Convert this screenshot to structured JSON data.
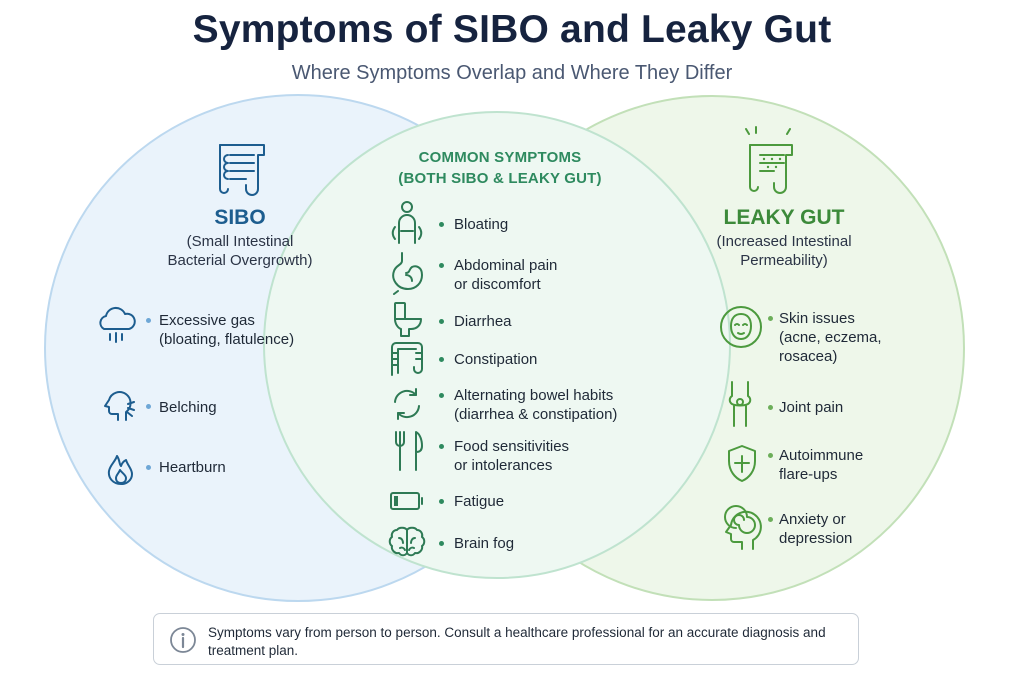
{
  "header": {
    "title": "Symptoms of SIBO and Leaky Gut",
    "subtitle": "Where Symptoms Overlap and Where They Differ"
  },
  "colors": {
    "sibo_accent": "#1d5d8f",
    "leaky_accent": "#3c8a3a",
    "common_accent": "#2e8a5f",
    "sibo_fill": "#eaf3fb",
    "leaky_fill": "#eef7ea",
    "overlap_fill": "#eef8f2"
  },
  "sibo": {
    "title": "SIBO",
    "subtitle_line1": "(Small Intestinal",
    "subtitle_line2": "Bacterial Overgrowth)",
    "icon": "intestine-icon",
    "items": [
      {
        "line1": "Excessive gas",
        "line2": "(bloating, flatulence)",
        "icon": "gas-cloud-icon"
      },
      {
        "line1": "Belching",
        "line2": "",
        "icon": "belching-head-icon"
      },
      {
        "line1": "Heartburn",
        "line2": "",
        "icon": "flame-icon"
      }
    ]
  },
  "common": {
    "heading_line1": "COMMON SYMPTOMS",
    "heading_line2": "(BOTH SIBO & LEAKY GUT)",
    "items": [
      {
        "line1": "Bloating",
        "line2": "",
        "icon": "bloated-person-icon"
      },
      {
        "line1": "Abdominal pain",
        "line2": "or discomfort",
        "icon": "stomach-icon"
      },
      {
        "line1": "Diarrhea",
        "line2": "",
        "icon": "toilet-icon"
      },
      {
        "line1": "Constipation",
        "line2": "",
        "icon": "colon-icon"
      },
      {
        "line1": "Alternating bowel habits",
        "line2": "(diarrhea & constipation)",
        "icon": "cycle-arrows-icon"
      },
      {
        "line1": "Food sensitivities",
        "line2": "or intolerances",
        "icon": "fork-knife-icon"
      },
      {
        "line1": "Fatigue",
        "line2": "",
        "icon": "low-battery-icon"
      },
      {
        "line1": "Brain fog",
        "line2": "",
        "icon": "brain-icon"
      }
    ]
  },
  "leaky": {
    "title": "LEAKY GUT",
    "subtitle_line1": "(Increased Intestinal",
    "subtitle_line2": "Permeability)",
    "icon": "leaky-intestine-icon",
    "items": [
      {
        "line1": "Skin issues",
        "line2": "(acne, eczema,",
        "line3": "rosacea)",
        "icon": "face-skin-icon"
      },
      {
        "line1": "Joint pain",
        "line2": "",
        "line3": "",
        "icon": "knee-joint-icon"
      },
      {
        "line1": "Autoimmune",
        "line2": "flare-ups",
        "line3": "",
        "icon": "shield-cross-icon"
      },
      {
        "line1": "Anxiety or",
        "line2": "depression",
        "line3": "",
        "icon": "anxious-head-icon"
      }
    ]
  },
  "note": {
    "icon": "info-icon",
    "line1": "Symptoms vary from person to person. Consult a healthcare professional for an accurate diagnosis and",
    "line2": "treatment plan."
  }
}
